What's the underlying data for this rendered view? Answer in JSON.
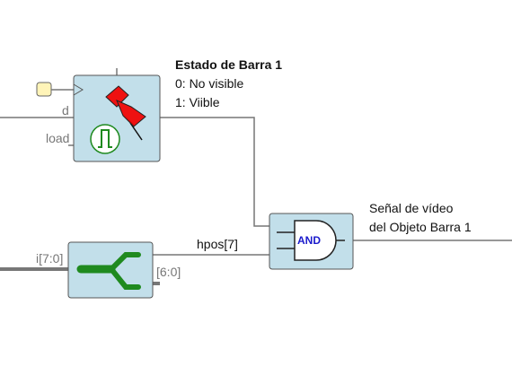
{
  "register": {
    "pin_d": "d",
    "pin_load": "load"
  },
  "annotation": {
    "title": "Estado de Barra 1",
    "line1": "0: No visible",
    "line2": "1: Viible"
  },
  "splitter": {
    "input_label": "i[7:0]",
    "output_label": "[6:0]"
  },
  "wire_hpos": {
    "label": "hpos[7]"
  },
  "and_gate": {
    "label": "AND"
  },
  "output": {
    "line1": "Señal de vídeo",
    "line2": "del Objeto Barra 1"
  },
  "colors": {
    "block_fill": "#c2dfea",
    "wire": "#777777",
    "pin_red": "#ee1111",
    "splitter_green": "#1f8a1f",
    "and_text": "#1a1acc",
    "indicator": "#fff4b8"
  },
  "icons": {
    "register": "pushpin-icon",
    "pulse": "clock-pulse-icon",
    "splitter": "splitter-icon",
    "gate": "and-gate-icon"
  }
}
